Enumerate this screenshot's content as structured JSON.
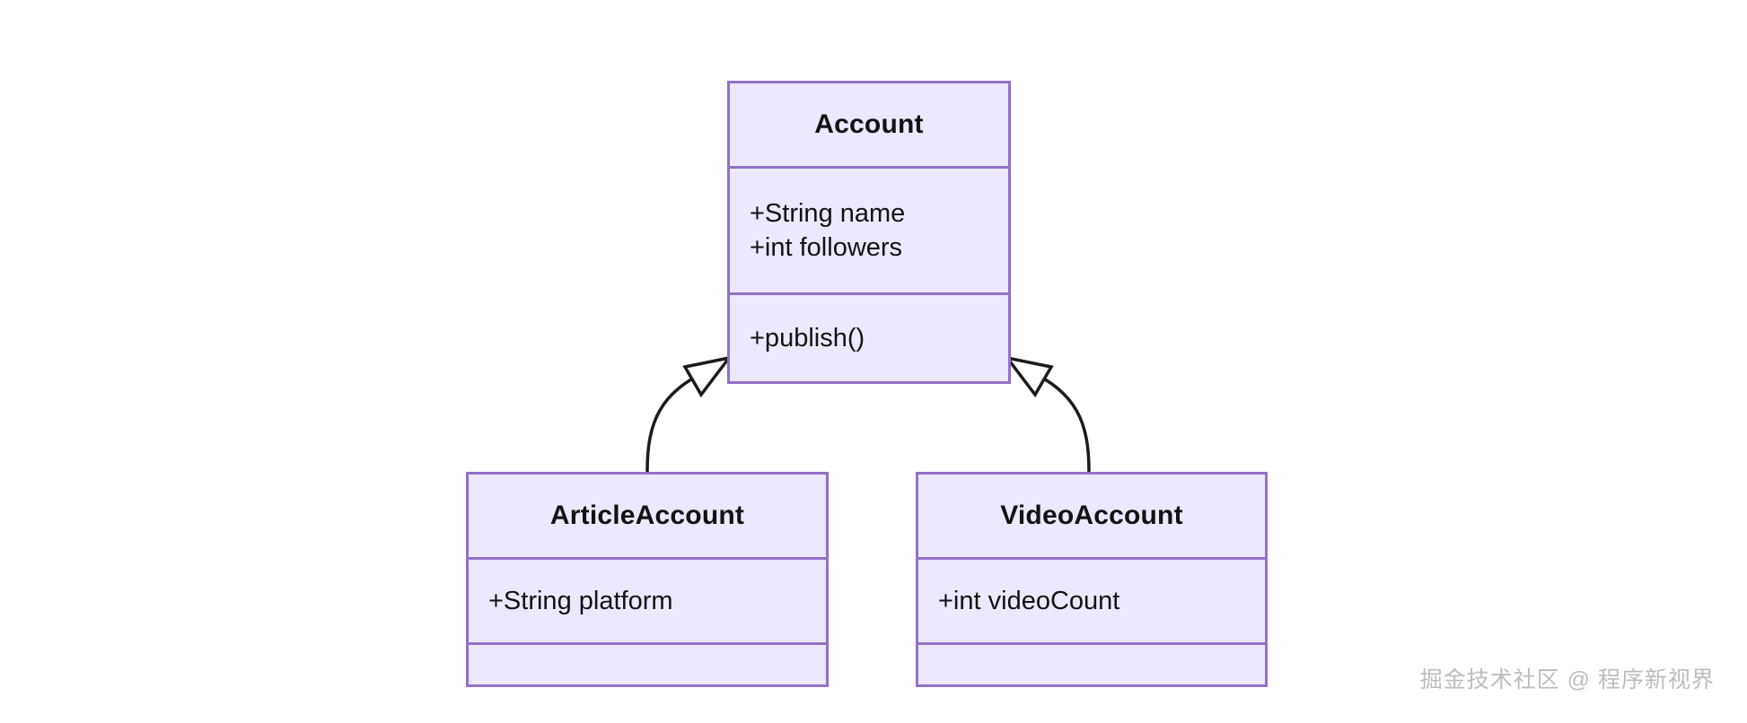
{
  "diagram": {
    "type": "uml-class-diagram",
    "background_color": "#ffffff",
    "class_fill_color": "#ece8fd",
    "class_border_color": "#9370c8",
    "relation_line_color": "#1b1b1b",
    "classes": [
      {
        "id": "account",
        "name": "Account",
        "attributes": [
          "+String name",
          "+int followers"
        ],
        "operations": [
          "+publish()"
        ]
      },
      {
        "id": "article",
        "name": "ArticleAccount",
        "attributes": [
          "+String platform"
        ],
        "operations": []
      },
      {
        "id": "video",
        "name": "VideoAccount",
        "attributes": [
          "+int videoCount"
        ],
        "operations": []
      }
    ],
    "relations": [
      {
        "id": "article-extends-account",
        "kind": "generalization",
        "from": "ArticleAccount",
        "to": "Account",
        "arrow": "hollow-triangle"
      },
      {
        "id": "video-extends-account",
        "kind": "generalization",
        "from": "VideoAccount",
        "to": "Account",
        "arrow": "hollow-triangle"
      }
    ]
  },
  "watermark": {
    "text": "掘金技术社区 @ 程序新视界",
    "color": "#bdbdbd"
  }
}
